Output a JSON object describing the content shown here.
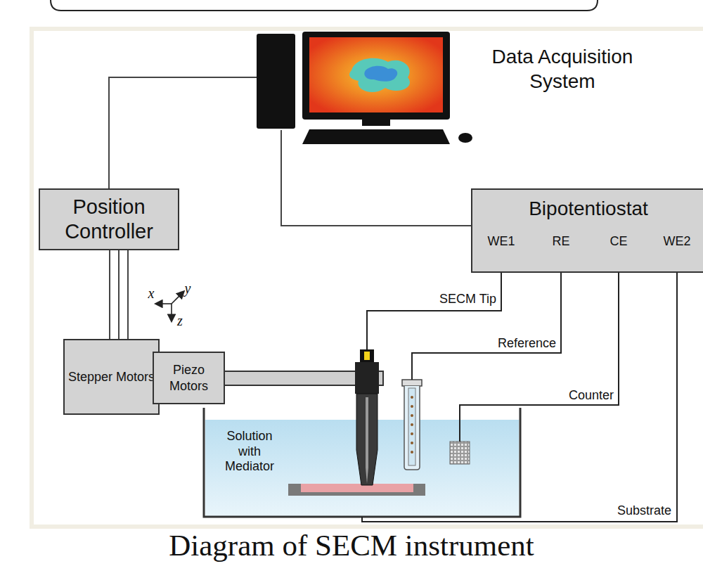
{
  "diagram": {
    "caption": "Diagram of SECM instrument",
    "nodes": [
      {
        "text": [
          "Data Acquisition System"
        ]
      },
      {
        "text": [
          "Position Controller"
        ]
      },
      {
        "text": [
          "Bipotentiostat"
        ]
      },
      {
        "text": [
          "Stepper Motors"
        ]
      },
      {
        "text": [
          "Piezo Motors"
        ]
      }
    ],
    "edges": [
      {
        "from": 0,
        "to": 1,
        "arrow": "none"
      },
      {
        "from": 0,
        "to": 2,
        "arrow": "none"
      },
      {
        "from": 1,
        "to": 3,
        "arrow": "none"
      }
    ],
    "labels": [
      "WE1",
      "RE",
      "CE",
      "WE2",
      "x",
      "y",
      "z",
      "SECM Tip",
      "Reference",
      "Counter",
      "Substrate",
      "Solution with Mediator"
    ]
  }
}
